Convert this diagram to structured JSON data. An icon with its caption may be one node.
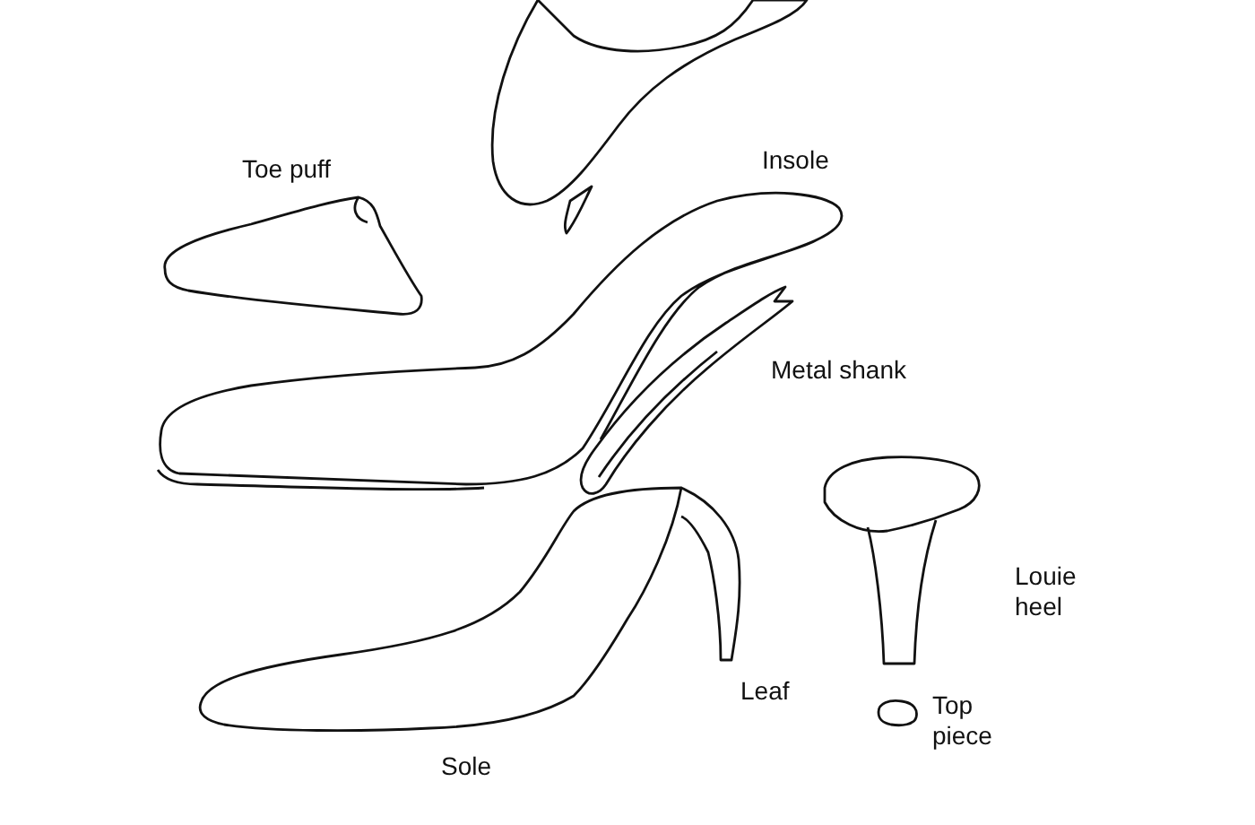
{
  "diagram": {
    "labels": [
      "Toe puff",
      "Insole",
      "Metal shank",
      "Louie heel",
      "Leaf",
      "Top piece",
      "Sole"
    ]
  }
}
